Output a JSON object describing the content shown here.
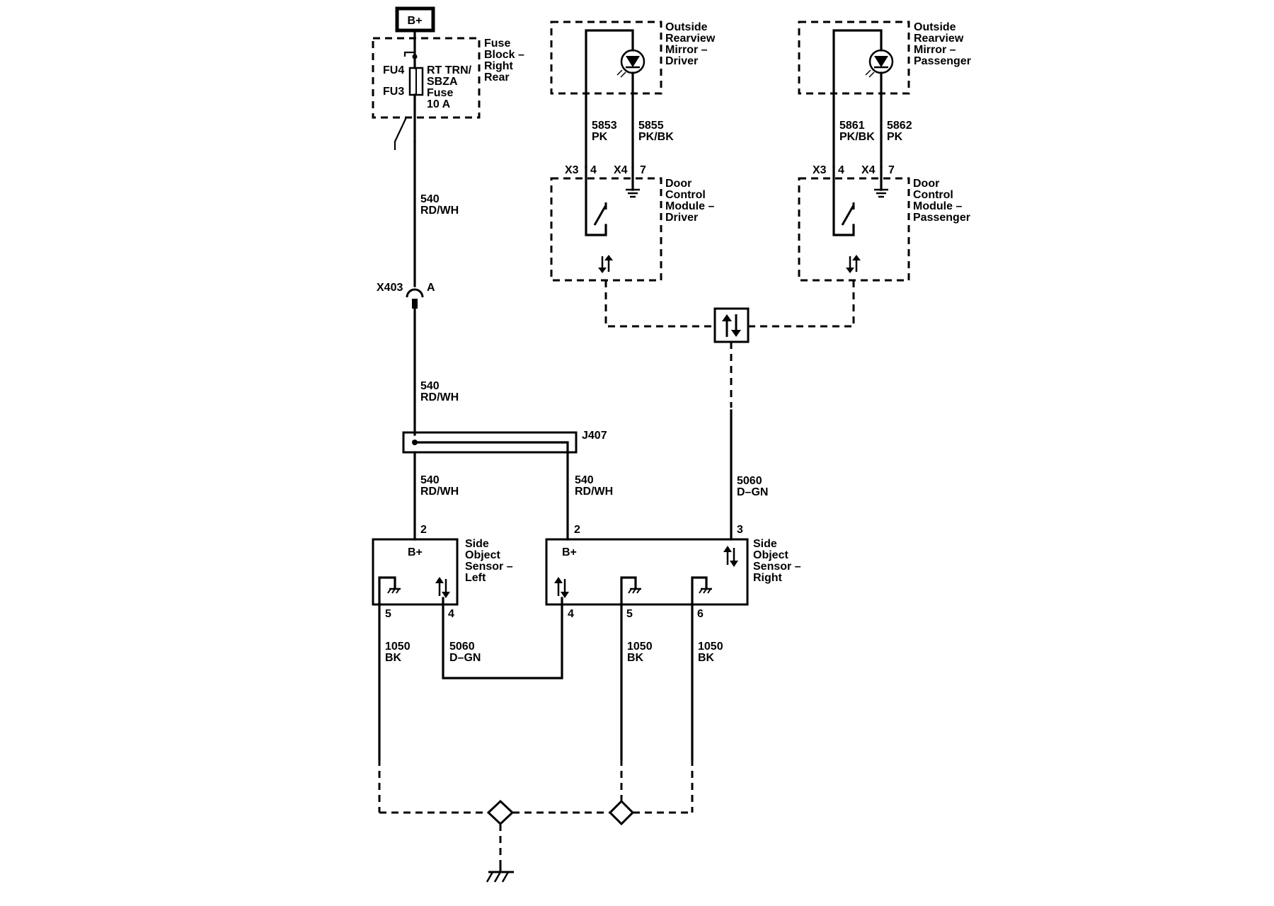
{
  "power": {
    "label": "B+"
  },
  "fuse_block": {
    "name_lines": [
      "Fuse",
      "Block –",
      "Right",
      "Rear"
    ],
    "fuse_lines": [
      "RT TRN/",
      "SBZA",
      "Fuse",
      "10 A"
    ],
    "pins": [
      "FU4",
      "FU3"
    ]
  },
  "connector_x403": {
    "name": "X403",
    "pin": "A"
  },
  "splice_j407": {
    "name": "J407"
  },
  "wires": {
    "w540_upper": [
      "540",
      "RD/WH"
    ],
    "w540_mid": [
      "540",
      "RD/WH"
    ],
    "w540_left": [
      "540",
      "RD/WH"
    ],
    "w540_right": [
      "540",
      "RD/WH"
    ],
    "w5060_right": [
      "5060",
      "D–GN"
    ],
    "w5060_left": [
      "5060",
      "D–GN"
    ],
    "w1050_a": [
      "1050",
      "BK"
    ],
    "w1050_b": [
      "1050",
      "BK"
    ],
    "w1050_c": [
      "1050",
      "BK"
    ],
    "w5853": [
      "5853",
      "PK"
    ],
    "w5855": [
      "5855",
      "PK/BK"
    ],
    "w5861": [
      "5861",
      "PK/BK"
    ],
    "w5862": [
      "5862",
      "PK"
    ]
  },
  "mirror_driver": {
    "name_lines": [
      "Outside",
      "Rearview",
      "Mirror –",
      "Driver"
    ]
  },
  "mirror_passenger": {
    "name_lines": [
      "Outside",
      "Rearview",
      "Mirror –",
      "Passenger"
    ]
  },
  "dcm_driver": {
    "name_lines": [
      "Door",
      "Control",
      "Module –",
      "Driver"
    ],
    "conn_a": "X3",
    "pin_a": "4",
    "conn_b": "X4",
    "pin_b": "7"
  },
  "dcm_passenger": {
    "name_lines": [
      "Door",
      "Control",
      "Module –",
      "Passenger"
    ],
    "conn_a": "X3",
    "pin_a": "4",
    "conn_b": "X4",
    "pin_b": "7"
  },
  "sensor_left": {
    "name_lines": [
      "Side",
      "Object",
      "Sensor –",
      "Left"
    ],
    "bplus": "B+",
    "pin_top": "2",
    "pin_gnd": "5",
    "pin_data": "4"
  },
  "sensor_right": {
    "name_lines": [
      "Side",
      "Object",
      "Sensor –",
      "Right"
    ],
    "bplus": "B+",
    "pin_top": "2",
    "pin_data_top": "3",
    "pin_data": "4",
    "pin_gnd_a": "5",
    "pin_gnd_b": "6"
  }
}
